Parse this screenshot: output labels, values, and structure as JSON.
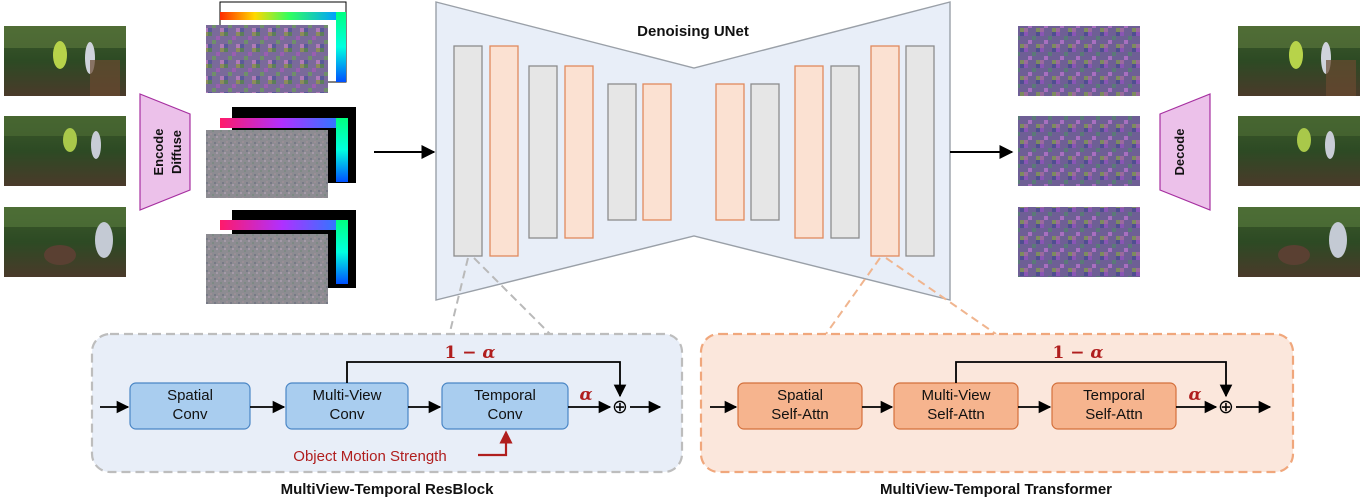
{
  "unet": {
    "title": "Denoising UNet"
  },
  "encode_block": {
    "line1": "Encode",
    "line2": "Diffuse"
  },
  "decode_block": {
    "label": "Decode"
  },
  "resblock": {
    "caption": "MultiView-Temporal ResBlock",
    "spatial": [
      "Spatial",
      "Conv"
    ],
    "multiview": [
      "Multi-View",
      "Conv"
    ],
    "temporal": [
      "Temporal",
      "Conv"
    ],
    "skip_label": "1 − ",
    "alpha": "α",
    "motion_label": "Object Motion Strength"
  },
  "transformer": {
    "caption": "MultiView-Temporal Transformer",
    "spatial": [
      "Spatial",
      "Self-Attn"
    ],
    "multiview": [
      "Multi-View",
      "Self-Attn"
    ],
    "temporal": [
      "Temporal",
      "Self-Attn"
    ],
    "skip_label": "1 − ",
    "alpha": "α"
  },
  "sum_symbol": "⊕",
  "colors": {
    "gray_block": "#e6e6e6",
    "peach_block": "#fbe1d2",
    "blue_module": "#a9cdef",
    "orange_module": "#f6b48e",
    "purple_trapezoid": "#ecc1ea",
    "dark_red": "#b01e1e"
  }
}
